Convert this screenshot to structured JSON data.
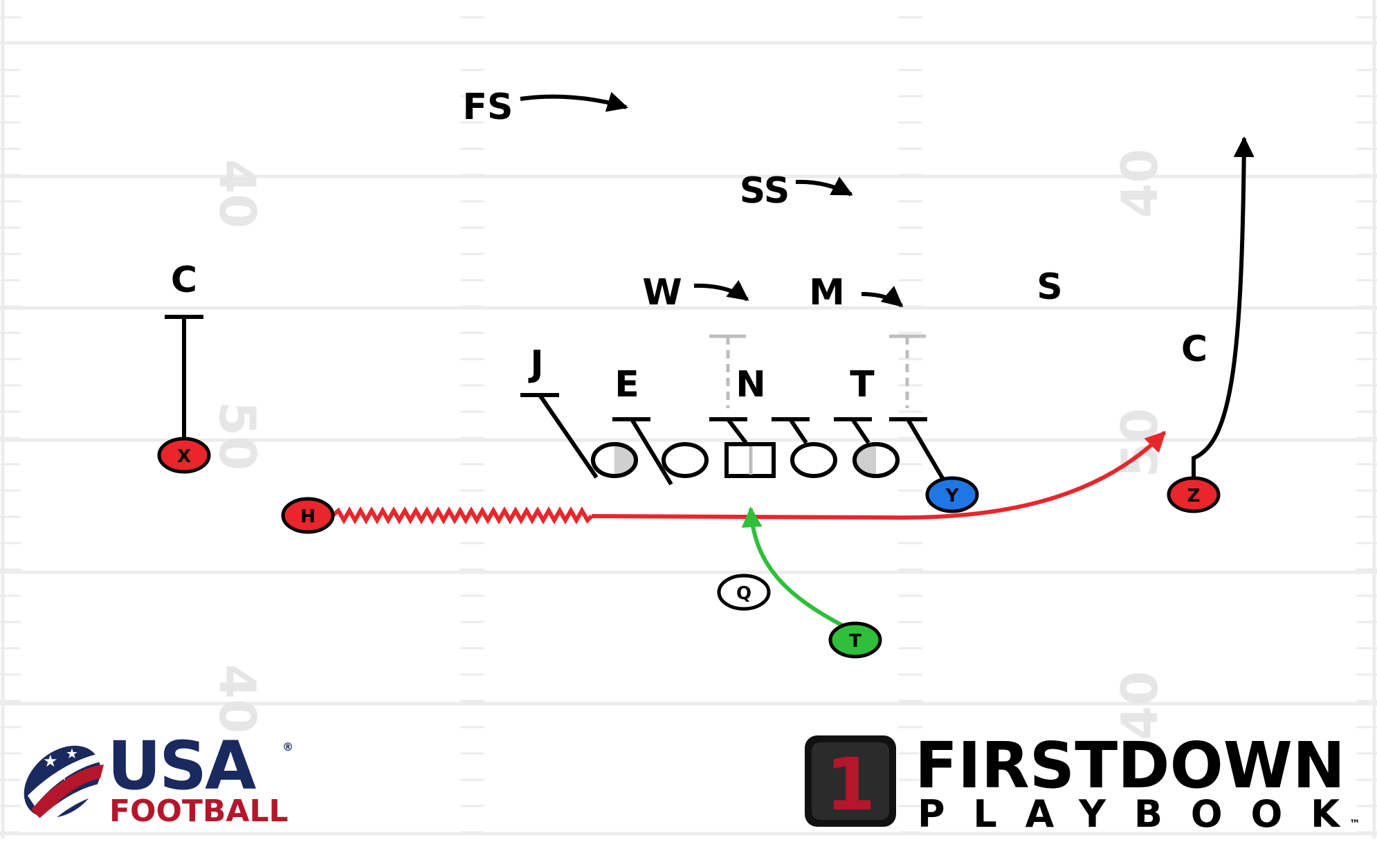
{
  "field": {
    "yard_numbers": [
      "40",
      "50",
      "40"
    ],
    "yard_number_color": "#e6e6e6",
    "line_color": "#ececec"
  },
  "defense": {
    "labels": {
      "fs": "FS",
      "ss": "SS",
      "w": "W",
      "m": "M",
      "s": "S",
      "c_left": "C",
      "c_right": "C",
      "j": "J",
      "e": "E",
      "n": "N",
      "t": "T"
    }
  },
  "offense": {
    "players": {
      "x": {
        "label": "X",
        "color": "#e8262b"
      },
      "h": {
        "label": "H",
        "color": "#e8262b"
      },
      "y": {
        "label": "Y",
        "color": "#1f77e6"
      },
      "z": {
        "label": "Z",
        "color": "#e8262b"
      },
      "q": {
        "label": "Q",
        "color": "#ffffff"
      },
      "t": {
        "label": "T",
        "color": "#2fbf3a"
      }
    }
  },
  "routes": {
    "h_motion_color": "#e8262b",
    "t_path_color": "#2fbf3a",
    "defense_color": "#000000"
  },
  "logos": {
    "usa": {
      "line1": "USA",
      "line2": "FOOTBALL",
      "navy": "#1a2a5e",
      "red": "#b5162b"
    },
    "firstdown": {
      "line1": "FIRSTDOWN",
      "line2": "PLAYBOOK",
      "badge_number": "1",
      "trademark": "™",
      "badge_red": "#b5162b"
    }
  }
}
